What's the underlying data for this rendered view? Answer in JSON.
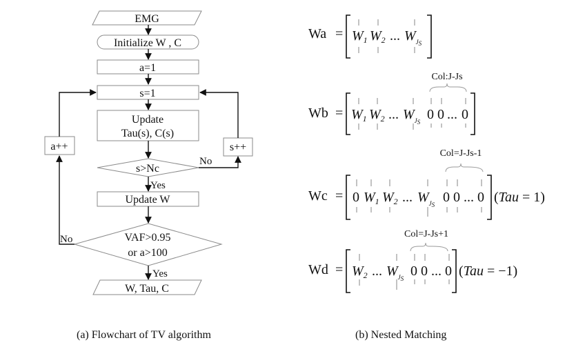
{
  "flowchart": {
    "nodes": {
      "input": "EMG",
      "init": "Initialize W , C",
      "a_init": "a=1",
      "s_init": "s=1",
      "update_tau_line1": "Update",
      "update_tau_line2": "Tau(s), C(s)",
      "decision_s": "s>Nc",
      "update_w": "Update W",
      "decision_vaf_line1": "VAF>0.95",
      "decision_vaf_line2": "or a>100",
      "output": "W, Tau, C",
      "a_inc": "a++",
      "s_inc": "s++"
    },
    "edge_labels": {
      "s_no": "No",
      "s_yes": "Yes",
      "vaf_no": "No",
      "vaf_yes": "Yes"
    },
    "caption": "(a) Flowchart of TV algorithm"
  },
  "nested": {
    "wa": {
      "name": "Wa",
      "eq": "="
    },
    "wb": {
      "name": "Wb",
      "eq": "=",
      "annotation": "Col:J-Js"
    },
    "wc": {
      "name": "Wc",
      "eq": "=",
      "annotation": "Col=J-Js-1",
      "tau": "(Tau = 1)"
    },
    "wd": {
      "name": "Wd",
      "eq": "=",
      "annotation": "Col=J-Js+1",
      "tau": "(Tau = −1)"
    },
    "symbols": {
      "W": "W",
      "sub1": "1",
      "sub2": "2",
      "dots": "...",
      "subJ": "J",
      "subS": "S",
      "zero": "0",
      "tau_open": "(",
      "tau_word": "Tau",
      "tau_eq1": " = 1)",
      "tau_eqm1": " = −1)"
    },
    "caption": "(b) Nested Matching"
  }
}
